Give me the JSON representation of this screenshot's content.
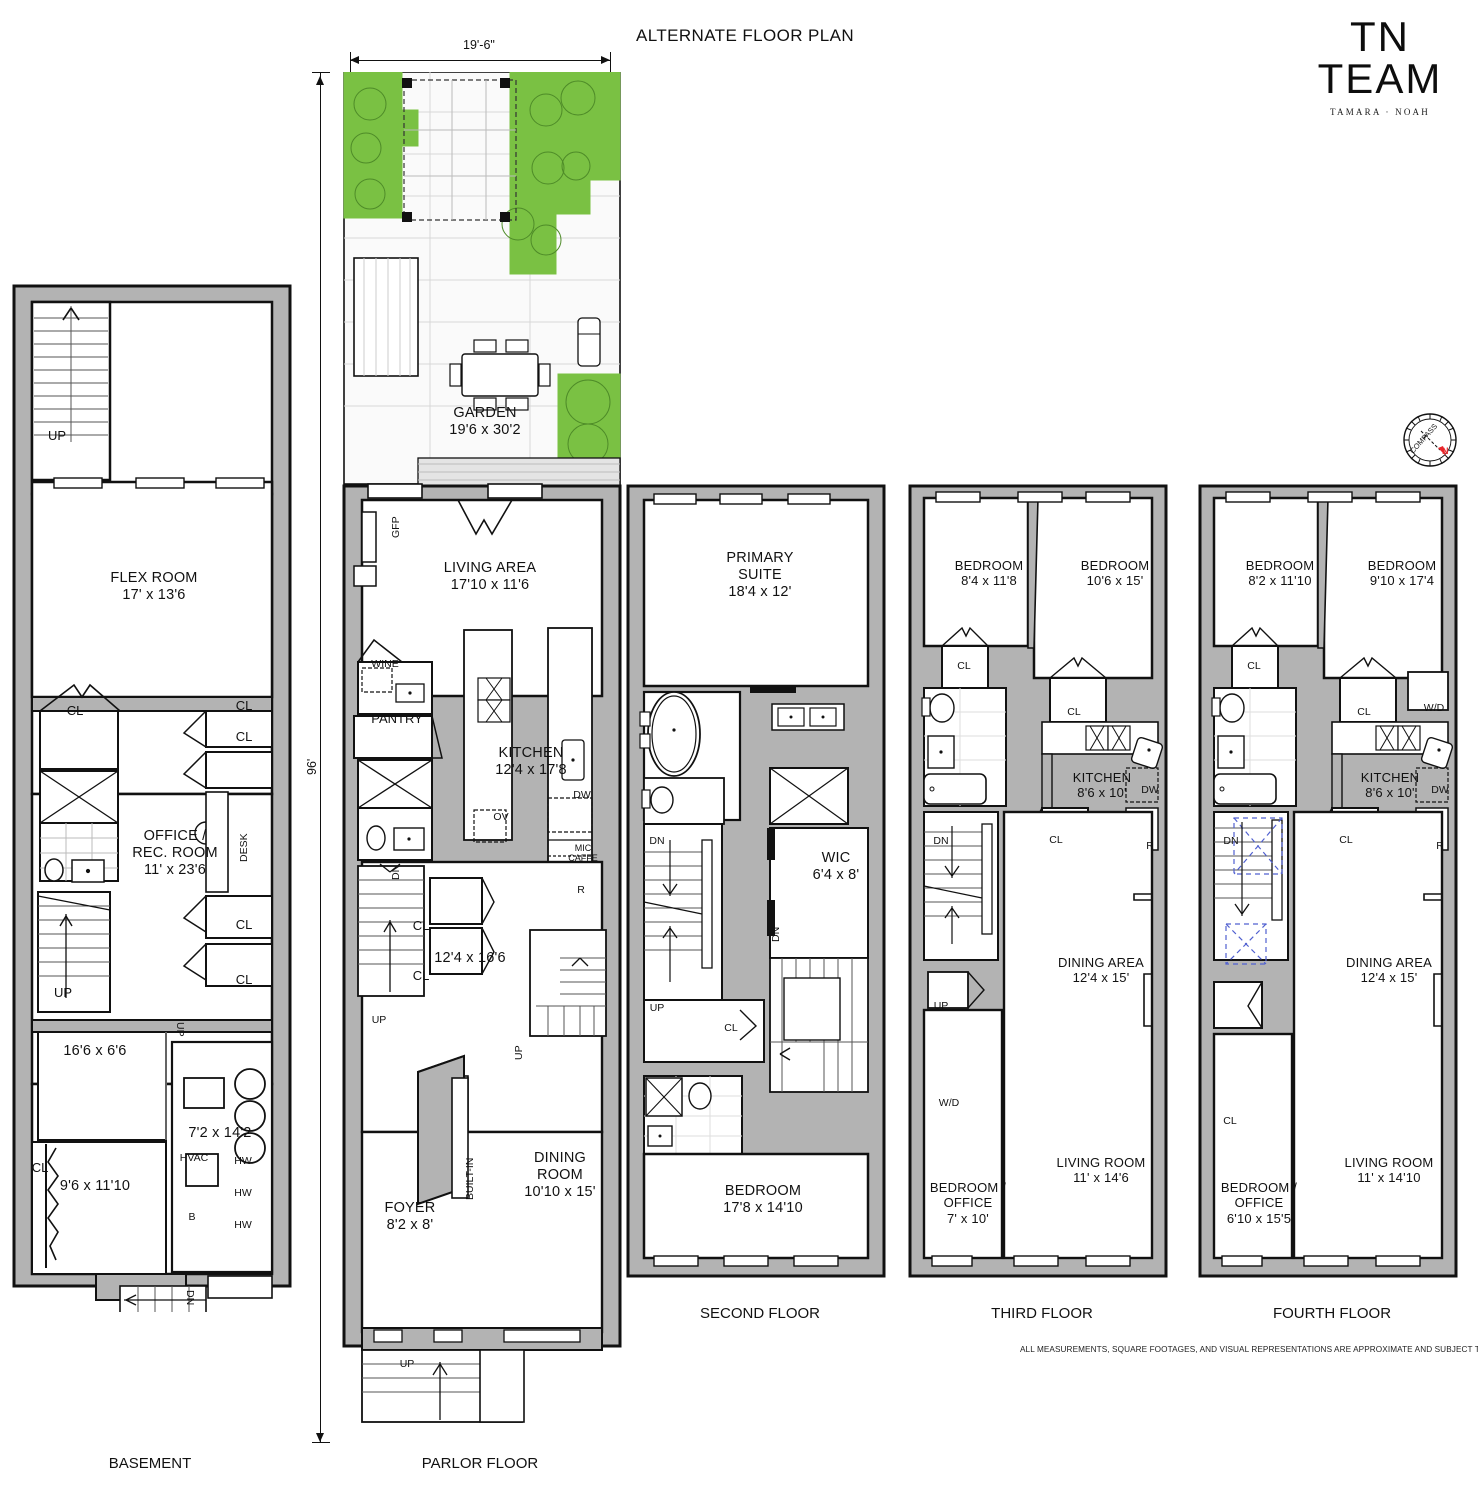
{
  "header": {
    "title": "ALTERNATE FLOOR PLAN",
    "logo_brand": "TN TEAM",
    "logo_sub": "TAMARA · NOAH"
  },
  "dimensions": {
    "width_label": "19'-6\"",
    "depth_label": "96'"
  },
  "compass": {
    "label": "COMPASS",
    "north": "N"
  },
  "footer": {
    "disclaimer": "ALL MEASUREMENTS, SQUARE FOOTAGES, AND VISUAL REPRESENTATIONS ARE APPROXIMATE AND SUBJECT TO VARIATION."
  },
  "floors": [
    {
      "caption": "BASEMENT",
      "rooms": [
        {
          "name": "FLEX ROOM",
          "dims": "17' x 13'6"
        },
        {
          "name": "OFFICE /",
          "name2": "REC. ROOM",
          "dims": "11' x 23'6"
        },
        {
          "name": "",
          "dims": "16'6 x 6'6"
        },
        {
          "name": "",
          "dims": "7'2 x 14'2"
        },
        {
          "name": "",
          "dims": "9'6 x 11'10"
        }
      ],
      "tags": [
        "CL",
        "CL",
        "CL",
        "CL",
        "CL",
        "CL",
        "DESK",
        "UP",
        "UP",
        "UP",
        "DN",
        "HVAC",
        "HW",
        "HW",
        "HW",
        "B"
      ]
    },
    {
      "caption": "PARLOR FLOOR",
      "rooms": [
        {
          "name": "GARDEN",
          "dims": "19'6 x 30'2"
        },
        {
          "name": "LIVING AREA",
          "dims": "17'10 x 11'6"
        },
        {
          "name": "KITCHEN",
          "dims": "12'4 x 17'8"
        },
        {
          "name": "",
          "dims": "12'4 x 16'6"
        },
        {
          "name": "DINING",
          "name2": "ROOM",
          "dims": "10'10 x 15'"
        },
        {
          "name": "FOYER",
          "dims": "8'2 x 8'"
        }
      ],
      "tags": [
        "GFP",
        "WINE",
        "PANTRY",
        "OV",
        "DW",
        "MIC",
        "CAFFE",
        "R",
        "CL",
        "CL",
        "DN",
        "UP",
        "UP",
        "UP",
        "BUILT-IN"
      ]
    },
    {
      "caption": "SECOND FLOOR",
      "rooms": [
        {
          "name": "PRIMARY",
          "name2": "SUITE",
          "dims": "18'4 x 12'"
        },
        {
          "name": "WIC",
          "dims": "6'4 x 8'"
        },
        {
          "name": "BEDROOM",
          "dims": "17'8 x 14'10"
        }
      ],
      "tags": [
        "DN",
        "DN",
        "UP",
        "CL"
      ]
    },
    {
      "caption": "THIRD FLOOR",
      "rooms": [
        {
          "name": "BEDROOM",
          "dims": "8'4 x 11'8"
        },
        {
          "name": "BEDROOM",
          "dims": "10'6 x 15'"
        },
        {
          "name": "KITCHEN",
          "dims": "8'6 x 10'"
        },
        {
          "name": "DINING AREA",
          "dims": "12'4 x 15'"
        },
        {
          "name": "LIVING ROOM",
          "dims": "11' x 14'6"
        },
        {
          "name": "BEDROOM /",
          "name2": "OFFICE",
          "dims": "7' x 10'"
        }
      ],
      "tags": [
        "CL",
        "CL",
        "CL",
        "DW",
        "R",
        "DN",
        "UP",
        "W/D"
      ]
    },
    {
      "caption": "FOURTH FLOOR",
      "rooms": [
        {
          "name": "BEDROOM",
          "dims": "8'2 x 11'10"
        },
        {
          "name": "BEDROOM",
          "dims": "9'10 x 17'4"
        },
        {
          "name": "KITCHEN",
          "dims": "8'6 x 10'"
        },
        {
          "name": "DINING AREA",
          "dims": "12'4 x 15'"
        },
        {
          "name": "LIVING ROOM",
          "dims": "11' x 14'10"
        },
        {
          "name": "BEDROOM /",
          "name2": "OFFICE",
          "dims": "6'10 x 15'5"
        }
      ],
      "tags": [
        "CL",
        "CL",
        "CL",
        "CL",
        "W/D",
        "DW",
        "R",
        "DN"
      ]
    }
  ],
  "labels": {
    "flex_room": "FLEX ROOM",
    "flex_room_dims": "17' x 13'6",
    "office_rec_1": "OFFICE /",
    "office_rec_2": "REC. ROOM",
    "office_rec_dims": "11' x 23'6",
    "bsmt_a": "16'6 x 6'6",
    "bsmt_b": "7'2 x 14'2",
    "bsmt_c": "9'6 x 11'10",
    "garden": "GARDEN",
    "garden_dims": "19'6 x 30'2",
    "living_area": "LIVING AREA",
    "living_area_dims": "17'10 x 11'6",
    "kitchen_p": "KITCHEN",
    "kitchen_p_dims": "12'4 x 17'8",
    "parlor_mid_dims": "12'4 x 16'6",
    "dining_room_1": "DINING",
    "dining_room_2": "ROOM",
    "dining_room_dims": "10'10 x 15'",
    "foyer": "FOYER",
    "foyer_dims": "8'2 x 8'",
    "primary_1": "PRIMARY",
    "primary_2": "SUITE",
    "primary_dims": "18'4 x 12'",
    "wic": "WIC",
    "wic_dims": "6'4 x 8'",
    "bed2": "BEDROOM",
    "bed2_dims": "17'8 x 14'10",
    "f3_bed_a": "BEDROOM",
    "f3_bed_a_dims": "8'4 x 11'8",
    "f3_bed_b": "BEDROOM",
    "f3_bed_b_dims": "10'6 x 15'",
    "f3_kitchen": "KITCHEN",
    "f3_kitchen_dims": "8'6 x 10'",
    "f3_dining": "DINING AREA",
    "f3_dining_dims": "12'4 x 15'",
    "f3_living": "LIVING ROOM",
    "f3_living_dims": "11' x 14'6",
    "f3_office_1": "BEDROOM /",
    "f3_office_2": "OFFICE",
    "f3_office_dims": "7' x 10'",
    "f4_bed_a": "BEDROOM",
    "f4_bed_a_dims": "8'2 x 11'10",
    "f4_bed_b": "BEDROOM",
    "f4_bed_b_dims": "9'10 x 17'4",
    "f4_kitchen": "KITCHEN",
    "f4_kitchen_dims": "8'6 x 10'",
    "f4_dining": "DINING AREA",
    "f4_dining_dims": "12'4 x 15'",
    "f4_living": "LIVING ROOM",
    "f4_living_dims": "11' x 14'10",
    "f4_office_1": "BEDROOM /",
    "f4_office_2": "OFFICE",
    "f4_office_dims": "6'10 x 15'5",
    "cl": "CL",
    "up": "UP",
    "dn": "DN",
    "desk": "DESK",
    "hvac": "HVAC",
    "hw": "HW",
    "b": "B",
    "gfp": "GFP",
    "wine": "WINE",
    "pantry": "PANTRY",
    "ov": "OV",
    "dw": "DW",
    "mic": "MIC",
    "caffe": "CAFFE",
    "r": "R",
    "built_in": "BUILT-IN",
    "wd": "W/D",
    "caption_basement": "BASEMENT",
    "caption_parlor": "PARLOR FLOOR",
    "caption_second": "SECOND FLOOR",
    "caption_third": "THIRD FLOOR",
    "caption_fourth": "FOURTH FLOOR"
  },
  "colors": {
    "wall_fill": "#b3b3b3",
    "greenery": "#7ac143",
    "ink": "#111111",
    "paving": "#e8e8e8",
    "compass_north": "#e8262b"
  }
}
